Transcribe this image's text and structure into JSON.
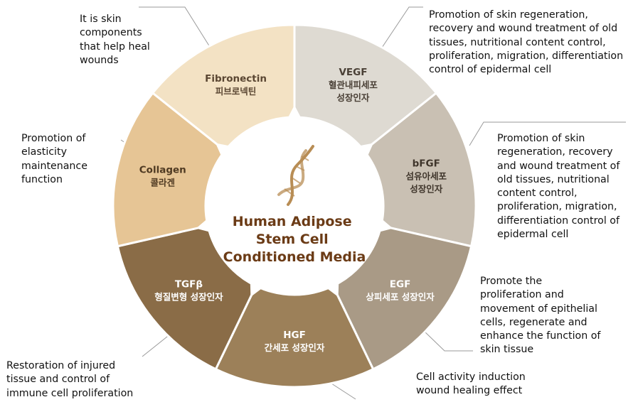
{
  "center": {
    "title_lines": [
      "Human Adipose",
      "Stem Cell",
      "Conditioned Media"
    ],
    "icon": "dna-helix-icon"
  },
  "segments": [
    {
      "key": "fibronectin",
      "name": "Fibronectin",
      "sub": "피브로넥틴",
      "color": "#f3e2c4",
      "text_color": "#5a4632"
    },
    {
      "key": "vegf",
      "name": "VEGF",
      "sub": "혈관내피세포\n성장인자",
      "color": "#dedad2",
      "text_color": "#4a4036"
    },
    {
      "key": "bfgf",
      "name": "bFGF",
      "sub": "섬유아세포\n성장인자",
      "color": "#c9c0b3",
      "text_color": "#3f352b"
    },
    {
      "key": "egf",
      "name": "EGF",
      "sub": "상피세포 성장인자",
      "color": "#a99a86",
      "text_color": "#ffffff"
    },
    {
      "key": "hgf",
      "name": "HGF",
      "sub": "간세포 성장인자",
      "color": "#9c8059",
      "text_color": "#ffffff"
    },
    {
      "key": "tgfb",
      "name": "TGFβ",
      "sub": "형질변형 성장인자",
      "color": "#8a6c47",
      "text_color": "#ffffff"
    },
    {
      "key": "collagen",
      "name": "Collagen",
      "sub": "콜라겐",
      "color": "#e6c595",
      "text_color": "#4f3a22"
    }
  ],
  "annotations": {
    "fibronectin": "It is skin\ncomponents\nthat help heal\nwounds",
    "vegf": "Promotion of skin regeneration,\nrecovery and wound treatment of old\ntissues, nutritional content control,\nproliferation, migration, differentiation\ncontrol of epidermal cell",
    "collagen": "Promotion of\nelasticity\nmaintenance\nfunction",
    "bfgf": "Promotion of skin\nregeneration, recovery\nand wound treatment of\nold tissues, nutritional\ncontent control,\nproliferation, migration,\ndifferentiation control of\nepidermal cell",
    "egf": "Promote the\nproliferation and\nmovement of epithelial\ncells, regenerate and\nenhance the function of\nskin tissue",
    "tgfb": "Restoration of injured\ntissue and control of\nimmune cell proliferation",
    "hgf": "Cell activity induction\nwound healing effect"
  },
  "colors": {
    "title": "#6b3b16",
    "leader_line": "#9a9a9a",
    "center_fill": "#ffffff",
    "dna": "#b88d55"
  }
}
